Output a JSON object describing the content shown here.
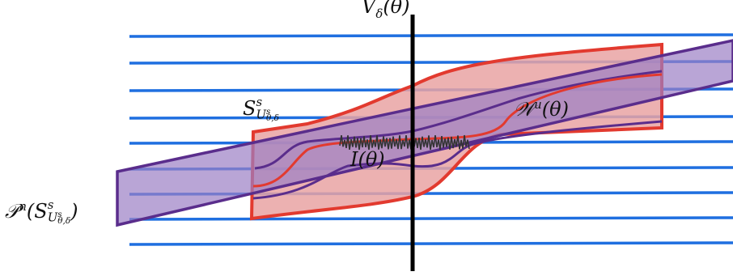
{
  "labels": {
    "v_delta": {
      "base": "V",
      "sub": "δ",
      "arg": "(θ)"
    },
    "s_set": {
      "base": "S",
      "sup": "s",
      "sub": "U",
      "subsup": "s",
      "subsub": "θ,δ"
    },
    "w_u": {
      "base": "𝒲",
      "sup": "u",
      "arg": "(θ)"
    },
    "i_theta": {
      "base": "I",
      "arg": "(θ)"
    },
    "p_n": {
      "base": "𝒫",
      "sup": "n",
      "open": "(",
      "inner": "S",
      "inner_sup": "s",
      "inner_sub": "U",
      "inner_subsup": "s",
      "inner_subsub": "θ,δ",
      "close": ")"
    }
  },
  "colors": {
    "horizontal_lines": "#1f6fe0",
    "red_region_fill": "#e9a3a3",
    "red_region_stroke": "#e23a2f",
    "purple_band_fill": "#9b7fc4",
    "purple_band_stroke": "#5a2d8c",
    "vertical_line": "#000000",
    "scribble": "#333333"
  }
}
